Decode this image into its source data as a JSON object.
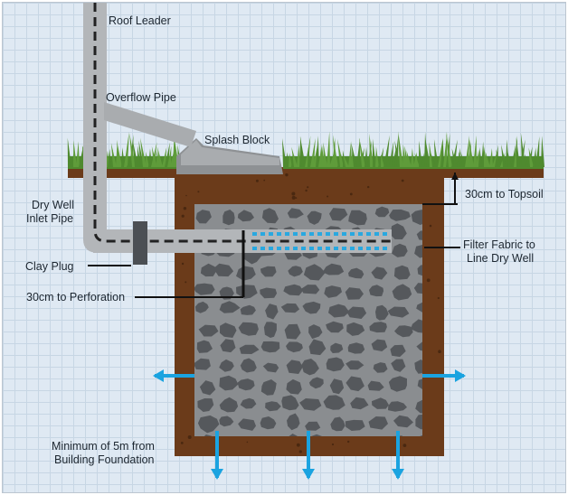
{
  "labels": {
    "roof_leader": "Roof Leader",
    "overflow_pipe": "Overflow Pipe",
    "splash_block": "Splash Block",
    "topsoil_depth": "30cm to Topsoil",
    "inlet_pipe_line1": "Dry Well",
    "inlet_pipe_line2": "Inlet Pipe",
    "clay_plug": "Clay Plug",
    "filter_fabric_line1": "Filter Fabric to",
    "filter_fabric_line2": "Line Dry Well",
    "perforation_depth": "30cm to Perforation",
    "foundation_line1": "Minimum of 5m from",
    "foundation_line2": "Building Foundation"
  },
  "colors": {
    "background": "#dfe9f3",
    "grid": "#c7d6e4",
    "grass": "#4f8a2f",
    "soil": "#6b3b1a",
    "soil_dark": "#4a2810",
    "gravel_bg": "#8a8d90",
    "stone": "#55585c",
    "pipe": "#b3b6b9",
    "pipe_dash": "#222222",
    "fabric_dots": "#29a8e0",
    "arrow": "#1aa3e0",
    "clay_plug": "#4b4f54"
  },
  "icons": {
    "outflow_arrows": "arrow-icon",
    "perforation_marker": "perforation-icon"
  }
}
